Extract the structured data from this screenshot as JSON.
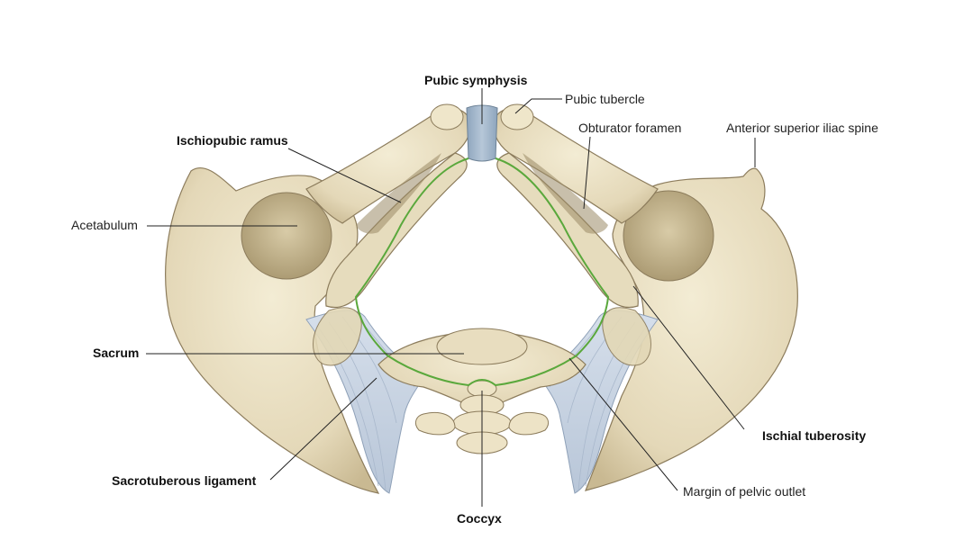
{
  "colors": {
    "bone": "#e9dfc2",
    "bone_shadow": "#b9a986",
    "bone_dark": "#8c7c5c",
    "ligament": "#c9d4e2",
    "symphysis": "#9fb3c8",
    "outlet_margin": "#5aa83c",
    "leader": "#222222"
  },
  "labels": {
    "pubic_symphysis": "Pubic symphysis",
    "pubic_tubercle": "Pubic tubercle",
    "obturator_foramen": "Obturator foramen",
    "anterior_superior_iliac_spine": "Anterior superior iliac spine",
    "ischiopubic_ramus": "Ischiopubic ramus",
    "acetabulum": "Acetabulum",
    "sacrum": "Sacrum",
    "ischial_tuberosity": "Ischial tuberosity",
    "sacrotuberous_ligament": "Sacrotuberous ligament",
    "margin_of_pelvic_outlet": "Margin of pelvic outlet",
    "coccyx": "Coccyx"
  }
}
